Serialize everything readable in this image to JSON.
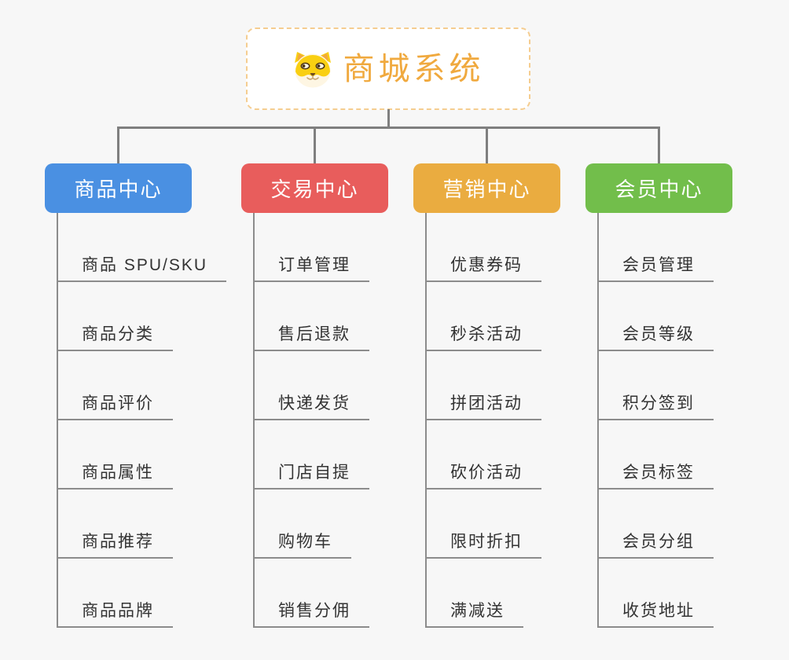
{
  "root": {
    "title": "商城系统",
    "icon": "shiba-dog-icon"
  },
  "colors": {
    "background": "#f7f7f7",
    "root_text": "#f0a93e",
    "root_border": "#f5cd90",
    "connector": "#7f7f7f",
    "spine": "#8c8c8c",
    "leaf_text": "#333333",
    "branch_text": "#ffffff",
    "branch_colors": [
      "#4a90e2",
      "#e85d5c",
      "#eaac40",
      "#72be4b"
    ]
  },
  "branches": [
    {
      "label": "商品中心",
      "children": [
        "商品 SPU/SKU",
        "商品分类",
        "商品评价",
        "商品属性",
        "商品推荐",
        "商品品牌"
      ]
    },
    {
      "label": "交易中心",
      "children": [
        "订单管理",
        "售后退款",
        "快递发货",
        "门店自提",
        "购物车",
        "销售分佣"
      ]
    },
    {
      "label": "营销中心",
      "children": [
        "优惠券码",
        "秒杀活动",
        "拼团活动",
        "砍价活动",
        "限时折扣",
        "满减送"
      ]
    },
    {
      "label": "会员中心",
      "children": [
        "会员管理",
        "会员等级",
        "积分签到",
        "会员标签",
        "会员分组",
        "收货地址"
      ]
    }
  ]
}
